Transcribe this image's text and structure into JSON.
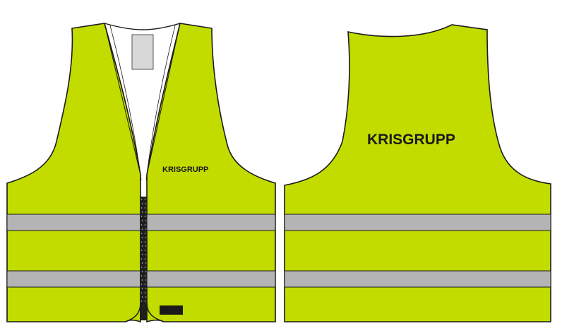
{
  "vest": {
    "fabric_color": "#c2dc00",
    "reflective_color": "#b4b4b4",
    "outline_color": "#1a1a1a",
    "front": {
      "label": "KRISGRUPP",
      "zipper": "zipper",
      "id_pocket": "id-card-pocket",
      "tag": "black-tag"
    },
    "back": {
      "label": "KRISGRUPP"
    }
  }
}
